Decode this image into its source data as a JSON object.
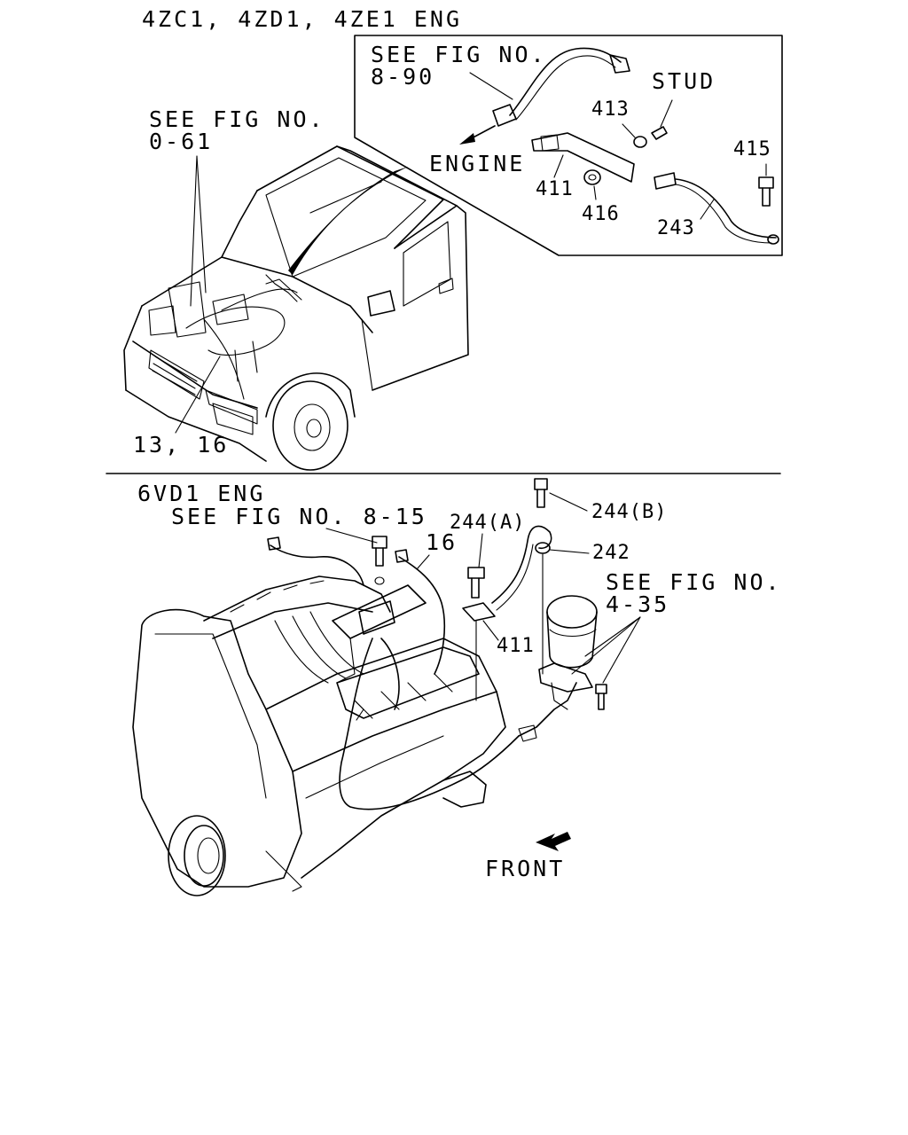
{
  "top_section": {
    "engine_heading": "4ZC1, 4ZD1, 4ZE1 ENG",
    "ref_left_line1": "SEE FIG NO.",
    "ref_left_line2": "0-61",
    "label_13_16": "13, 16",
    "inset": {
      "ref_line1": "SEE FIG NO.",
      "ref_line2": "8-90",
      "engine_label": "ENGINE",
      "stud_label": "STUD",
      "part_413": "413",
      "part_411": "411",
      "part_416": "416",
      "part_415": "415",
      "part_243": "243"
    }
  },
  "bottom_section": {
    "engine_heading": "6VD1 ENG",
    "ref_8_15": "SEE FIG NO. 8-15",
    "part_16": "16",
    "part_244a": "244(A)",
    "part_244b": "244(B)",
    "part_242": "242",
    "part_411": "411",
    "ref_right_line1": "SEE FIG NO.",
    "ref_right_line2": "4-35",
    "front_label": "FRONT"
  },
  "icons": [
    "front-direction-arrow-icon",
    "leader-arrow-icon"
  ]
}
